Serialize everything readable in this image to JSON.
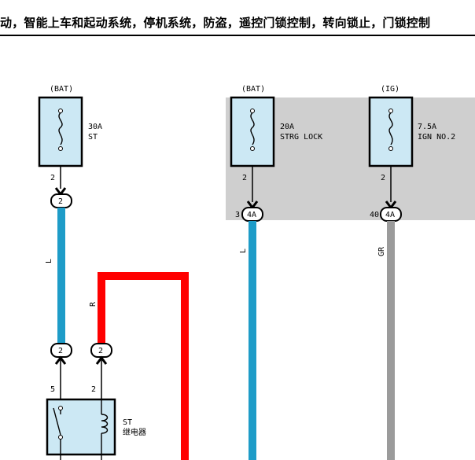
{
  "title": "动，智能上车和起动系统，停机系统，防盗，遥控门锁控制，转向锁止，门锁控制",
  "fuses": [
    {
      "source": "(BAT)",
      "rating": "30A",
      "name": "ST",
      "pin": "2"
    },
    {
      "source": "(BAT)",
      "rating": "20A",
      "name": "STRG LOCK",
      "pin": "2"
    },
    {
      "source": "(IG)",
      "rating": "7.5A",
      "name": "IGN NO.2",
      "pin": "2"
    }
  ],
  "connectors": {
    "fuse_st_out": "2",
    "strg_lock_out": {
      "pin": "3",
      "code": "4A"
    },
    "ign_no2_out": {
      "pin": "40",
      "code": "4A"
    },
    "relay_in_left": {
      "code": "2",
      "pin": "5"
    },
    "relay_in_right": {
      "code": "2",
      "pin": "2"
    }
  },
  "wires": {
    "st_fuse": {
      "color_code": "L",
      "color": "#1e9cc8"
    },
    "red": {
      "color_code": "R",
      "color": "#ff0000"
    },
    "strg_lock": {
      "color_code": "L",
      "color": "#1e9cc8"
    },
    "ign_no2": {
      "color_code": "GR",
      "color": "#9b9b9b"
    }
  },
  "relay": {
    "name": "ST",
    "subtitle": "继电器"
  },
  "colors": {
    "fuse_fill": "#cce8f4",
    "zone_fill": "#cfcfcf"
  }
}
